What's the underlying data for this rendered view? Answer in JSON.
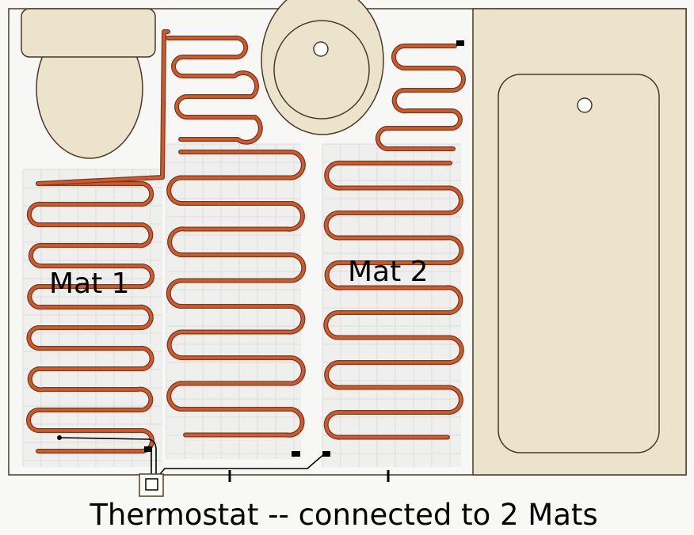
{
  "labels": {
    "mat1": "Mat 1",
    "mat2": "Mat 2",
    "caption": "Thermostat -- connected to 2 Mats"
  },
  "colors": {
    "cable": "#d2592b",
    "cable_outline": "#7a3a20",
    "fixture_fill": "#ebe3cc",
    "outline": "#4a3a28",
    "mat_grid": "#dcdcdc",
    "mat_fill": "#efefed",
    "floor": "#f7f7f5",
    "wire": "#000000"
  },
  "fixtures": [
    "toilet",
    "sink",
    "bathtub"
  ]
}
